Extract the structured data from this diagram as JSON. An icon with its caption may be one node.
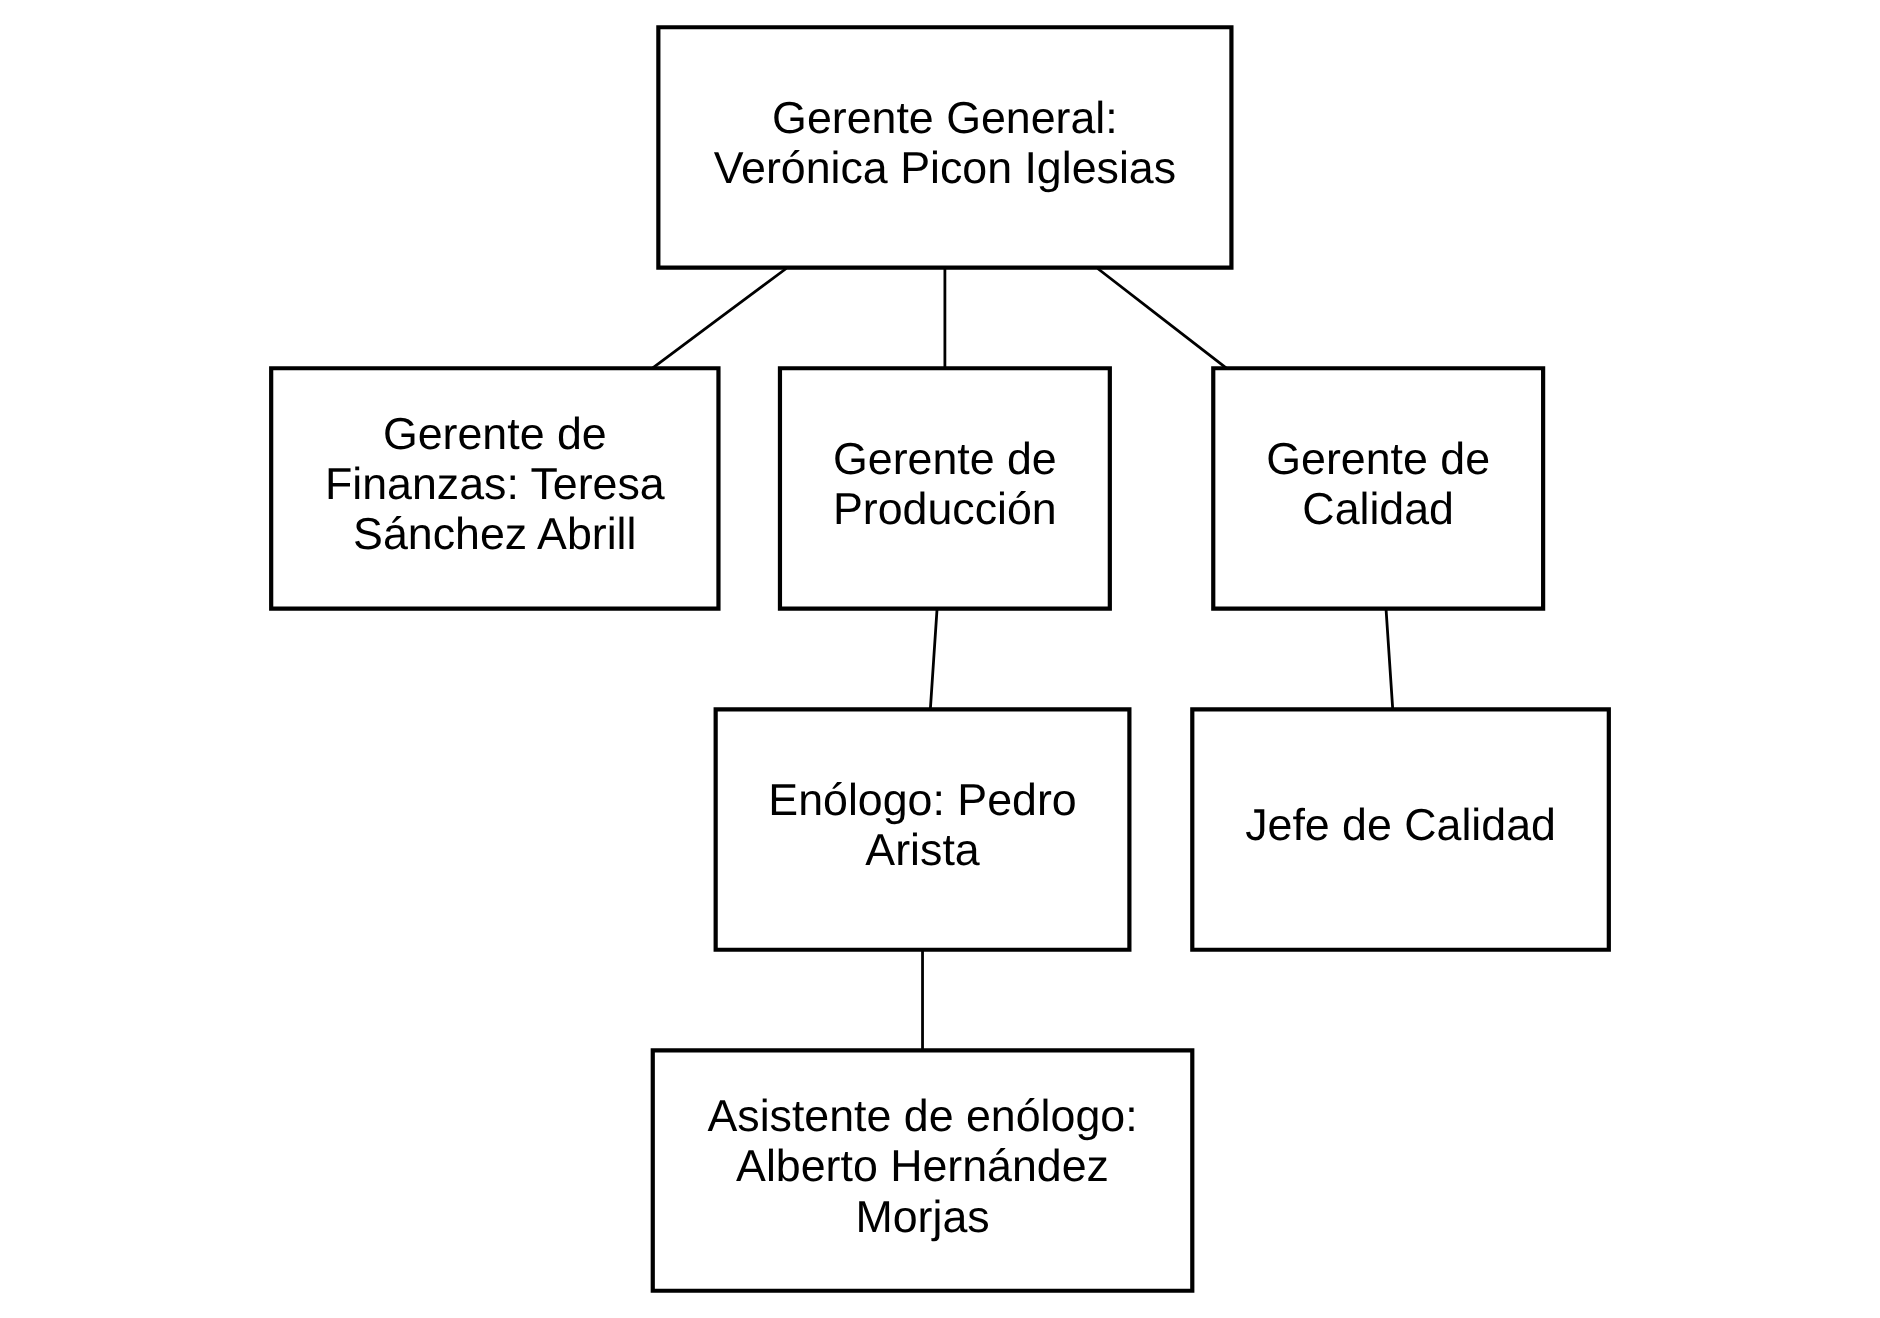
{
  "diagram": {
    "nodes": [
      {
        "text": [
          "Gerente General: Verónica Picon Iglesias"
        ]
      },
      {
        "text": [
          "Gerente de Finanzas: Teresa Sánchez Abrill"
        ]
      },
      {
        "text": [
          "Gerente de Producción"
        ]
      },
      {
        "text": [
          "Gerente de Calidad"
        ]
      },
      {
        "text": [
          "Enólogo: Pedro Arista"
        ]
      },
      {
        "text": [
          "Jefe de Calidad"
        ]
      },
      {
        "text": [
          "Asistente de enólogo: Alberto Hernández Morjas"
        ]
      }
    ],
    "edges": [
      {
        "from": 0,
        "to": 1,
        "arrow": "none"
      },
      {
        "from": 0,
        "to": 2,
        "arrow": "none"
      },
      {
        "from": 0,
        "to": 3,
        "arrow": "none"
      },
      {
        "from": 2,
        "to": 4,
        "arrow": "none"
      },
      {
        "from": 3,
        "to": 5,
        "arrow": "none"
      },
      {
        "from": 4,
        "to": 6,
        "arrow": "none"
      }
    ]
  }
}
